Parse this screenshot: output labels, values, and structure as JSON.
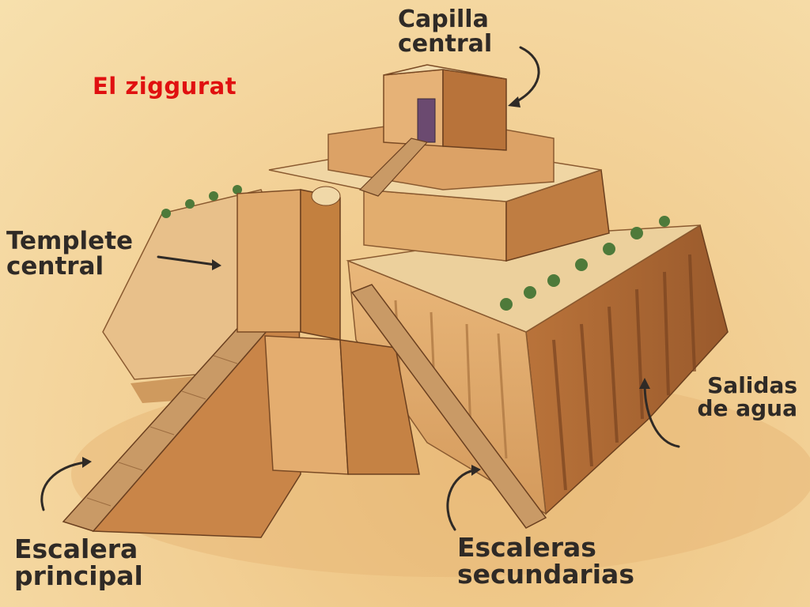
{
  "title": "El ziggurat",
  "labels": {
    "capilla": [
      "Capilla",
      "central"
    ],
    "templete": [
      "Templete",
      "central"
    ],
    "salidas": [
      "Salidas",
      "de agua"
    ],
    "escalera": [
      "Escalera",
      "principal"
    ],
    "escaleras": [
      "Escaleras",
      "secundarias"
    ]
  }
}
